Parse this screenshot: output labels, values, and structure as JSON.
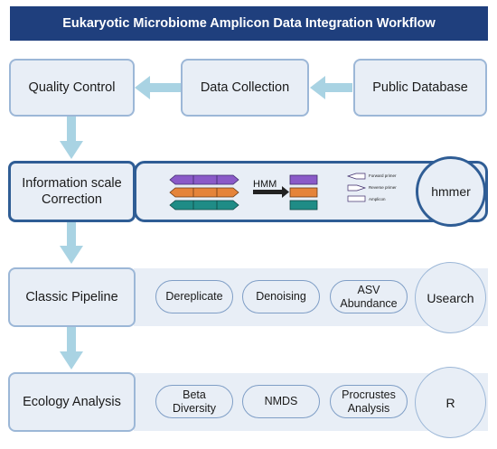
{
  "title": "Eukaryotic Microbiome Amplicon Data Integration Workflow",
  "row1": {
    "quality_control": "Quality Control",
    "data_collection": "Data Collection",
    "public_database": "Public Database"
  },
  "row2": {
    "step_line1": "Information scale",
    "step_line2": "Correction",
    "hmm_label": "HMM",
    "legend": {
      "forward": "Forward primer",
      "reverse": "Reverse primer",
      "amplicon": "Amplicon"
    },
    "tool": "hmmer"
  },
  "row3": {
    "step": "Classic Pipeline",
    "items": [
      "Dereplicate",
      "Denoising"
    ],
    "asv_line1": "ASV",
    "asv_line2": "Abundance",
    "tool": "Usearch"
  },
  "row4": {
    "step": "Ecology Analysis",
    "beta_line1": "Beta",
    "beta_line2": "Diversity",
    "nmds": "NMDS",
    "proc_line1": "Procrustes",
    "proc_line2": "Analysis",
    "tool": "R"
  },
  "colors": {
    "title_bg": "#1f3f7d",
    "box_fill": "#e8eef6",
    "arrow": "#a9d3e3",
    "purple": "#8a5ac8",
    "orange": "#e5843a",
    "teal": "#1f8c86"
  }
}
